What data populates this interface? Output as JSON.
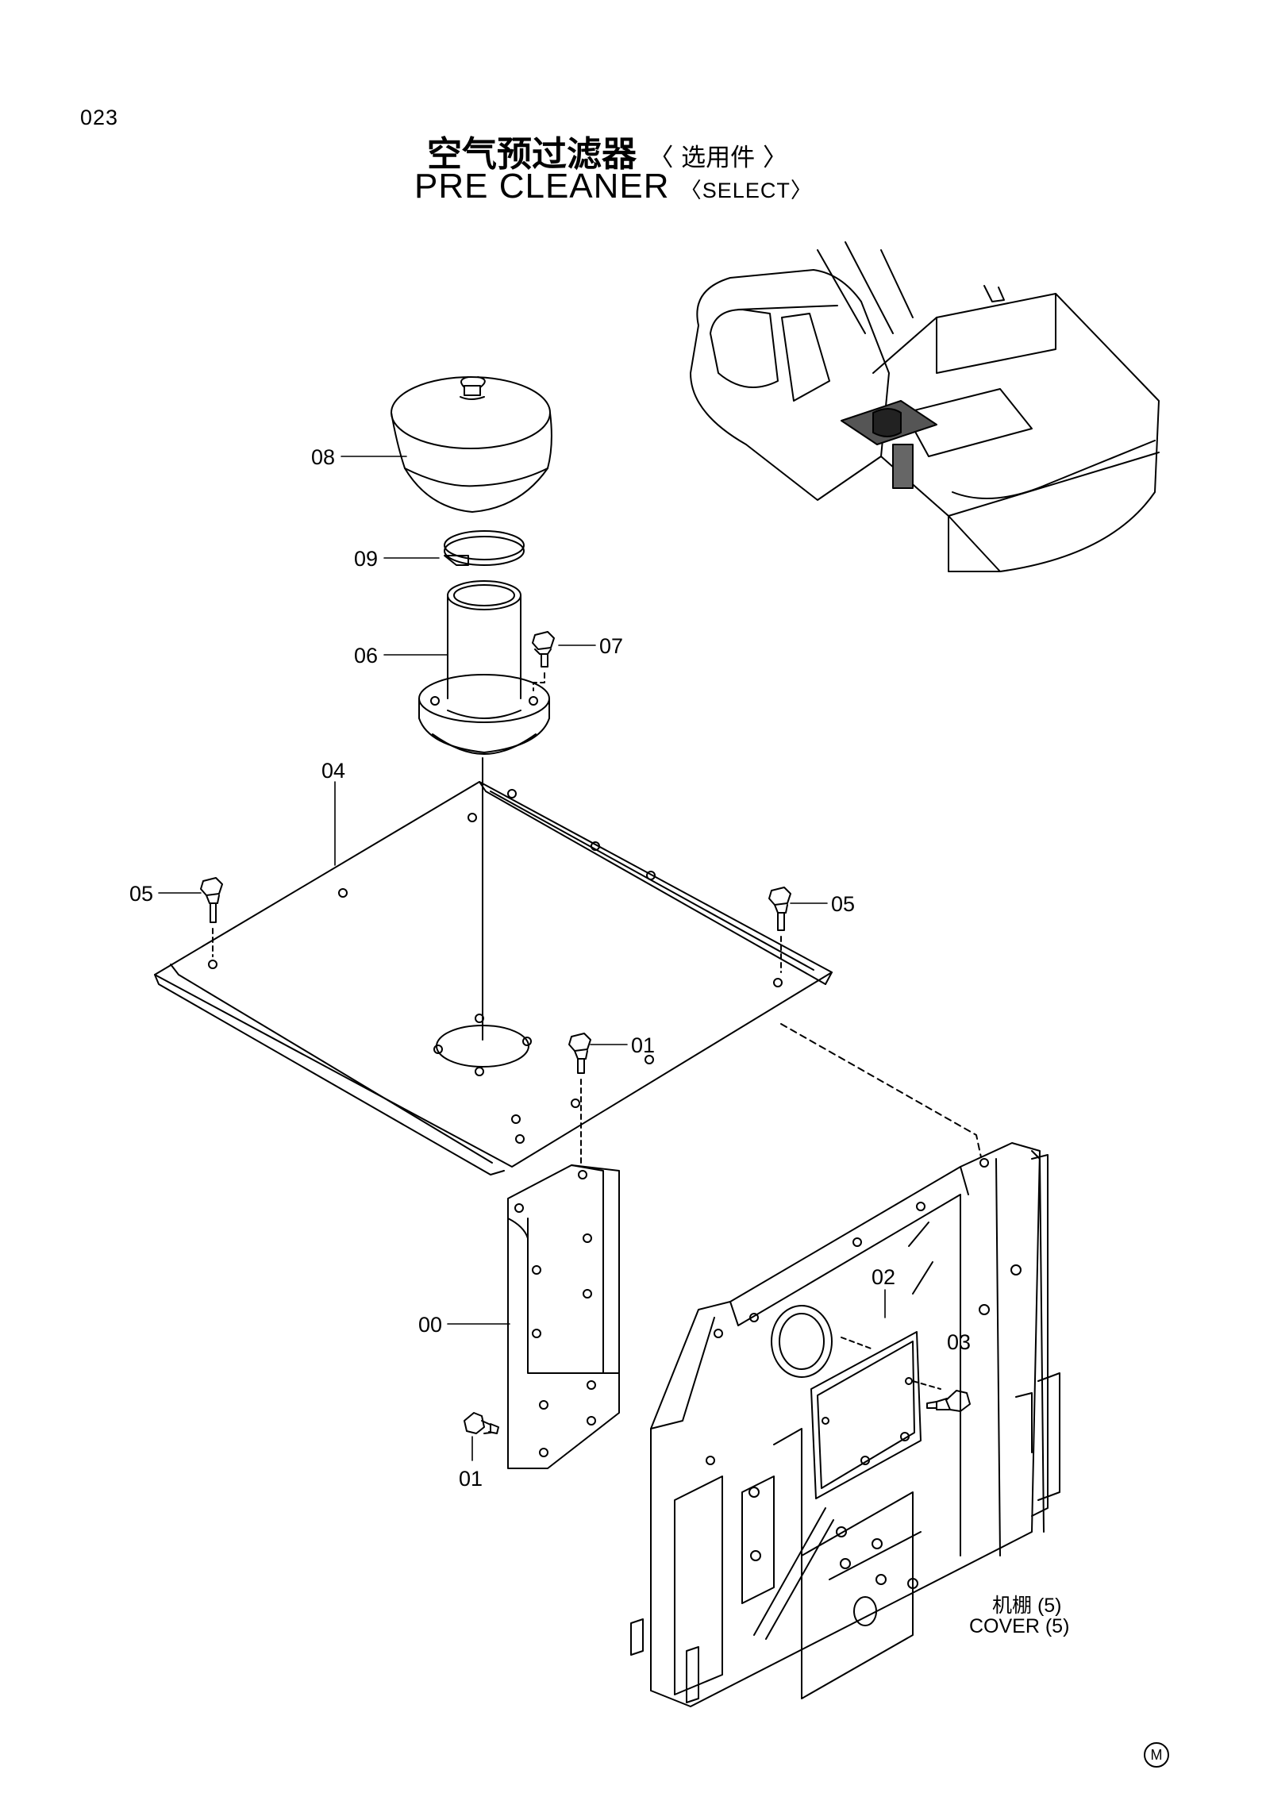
{
  "page_number": "023",
  "title": {
    "chinese_main": "空气预过滤器",
    "chinese_sub": "〈 选用件 〉",
    "english_main": "PRE  CLEANER",
    "english_sub": "〈SELECT〉"
  },
  "callouts": {
    "c08": "08",
    "c09": "09",
    "c06": "06",
    "c07": "07",
    "c04": "04",
    "c05_left": "05",
    "c05_right": "05",
    "c01_top": "01",
    "c02": "02",
    "c03": "03",
    "c00": "00",
    "c01_bottom": "01"
  },
  "reference_note": {
    "chinese": "机棚  (5)",
    "english": "COVER (5)"
  },
  "footer_mark": "M"
}
